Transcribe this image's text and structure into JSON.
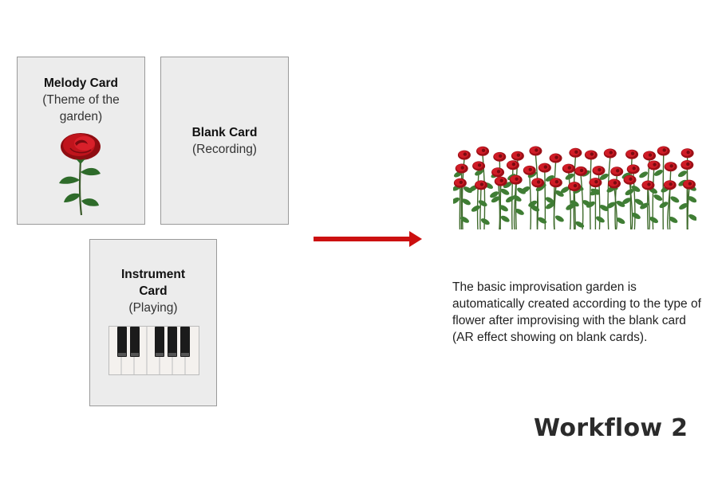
{
  "cards": {
    "melody": {
      "title": "Melody Card",
      "subtitle_line1": "(Theme of the",
      "subtitle_line2": "garden)"
    },
    "blank": {
      "title": "Blank Card",
      "subtitle": "(Recording)"
    },
    "instrument": {
      "title_line1": "Instrument",
      "title_line2": "Card",
      "subtitle": "(Playing)"
    }
  },
  "description": "The basic improvisation garden is automatically created according to the type of flower after improvising with the blank card (AR effect showing on blank cards).",
  "footer": {
    "label": "Workflow 2"
  },
  "colors": {
    "card_bg": "#ececec",
    "card_border": "#9a9a9a",
    "arrow": "#cc1010",
    "rose": "#c0141c",
    "leaf": "#2e6b2a"
  },
  "icons": {
    "melody_image": "rose-icon",
    "instrument_image": "piano-keys-icon",
    "garden_image": "rose-garden-image",
    "connector": "right-arrow-icon"
  }
}
